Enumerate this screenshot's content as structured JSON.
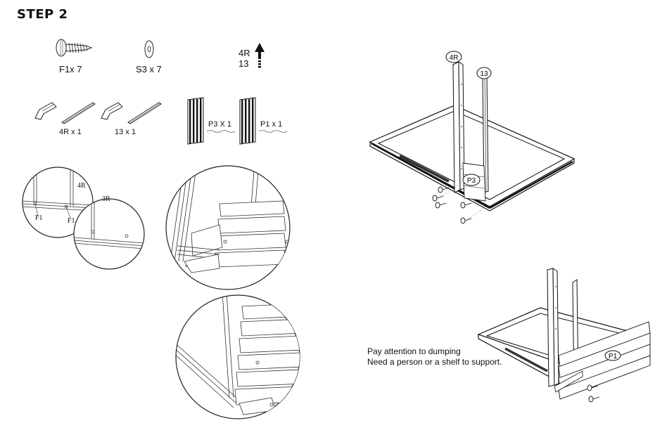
{
  "step": {
    "title": "STEP 2"
  },
  "parts": [
    {
      "label": "F1x 7",
      "icon": "screw-icon"
    },
    {
      "label": "S3 x 7",
      "icon": "washer-icon"
    },
    {
      "label": "4R x 1",
      "icon": "rail-4r-icon"
    },
    {
      "label": "13 x 1",
      "icon": "rail-13-icon"
    },
    {
      "label": "P3 X 1",
      "icon": "panel-p3-icon"
    },
    {
      "label": "P1 x 1",
      "icon": "panel-p1-icon"
    }
  ],
  "direction": {
    "top": "4R",
    "bottom": "13",
    "icon": "up-arrow-icon"
  },
  "detail_labels": {
    "c1_part_a": "4R",
    "c1_part_b": "3R",
    "c1_screw_a": "F1",
    "c1_screw_b": "F1"
  },
  "callouts": {
    "top_4r": "4R",
    "top_13": "13",
    "top_p3": "P3",
    "bottom_p1": "P1"
  },
  "note": {
    "line1": "Pay attention to dumping",
    "line2": "Need a person or a shelf to support."
  }
}
